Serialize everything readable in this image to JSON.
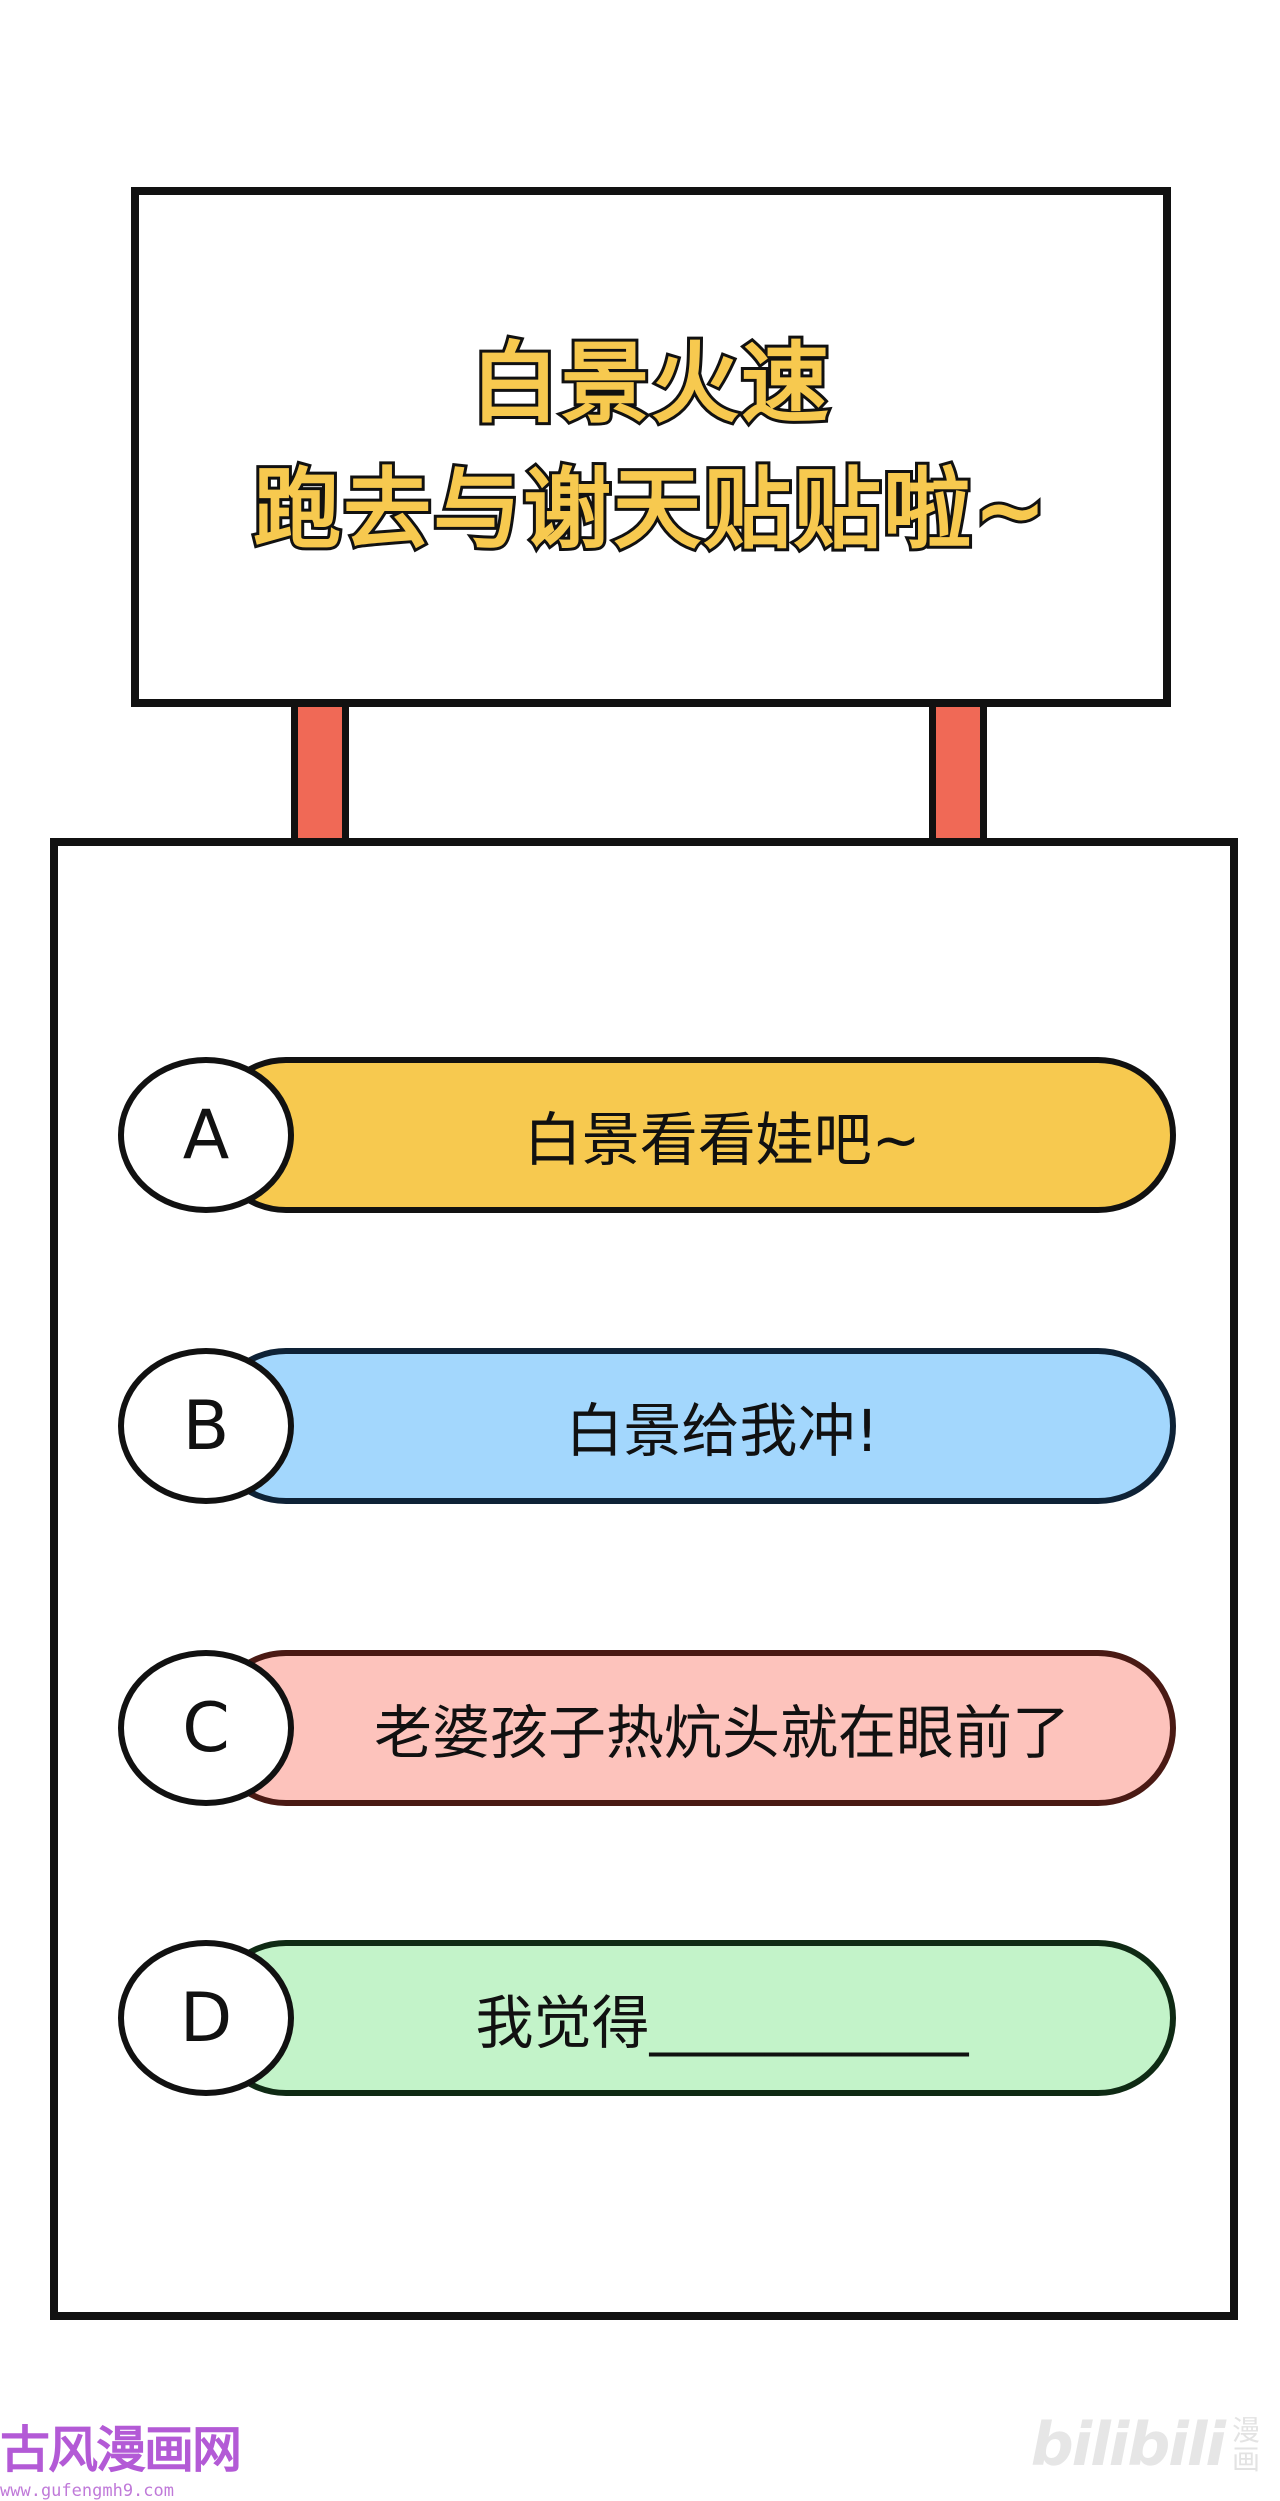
{
  "sign": {
    "line1": "白景火速",
    "line2": "跑去与谢天贴贴啦~"
  },
  "options": [
    {
      "letter": "A",
      "text": "白景看看娃吧~"
    },
    {
      "letter": "B",
      "text": "白景给我冲!"
    },
    {
      "letter": "C",
      "text": "老婆孩子热炕头就在眼前了"
    },
    {
      "letter": "D",
      "text": "我觉得___________"
    }
  ],
  "watermark": {
    "site_name": "古风漫画网",
    "site_url": "www.gufengmh9.com",
    "logo_text": "bilibili",
    "logo_sub": "漫画"
  },
  "colors": {
    "title_fill": "#f7c94f",
    "post": "#f06956",
    "option_a": "#f7c94f",
    "option_b": "#a3d7fd",
    "option_c": "#fdc3bc",
    "option_d": "#c3f3c9"
  }
}
